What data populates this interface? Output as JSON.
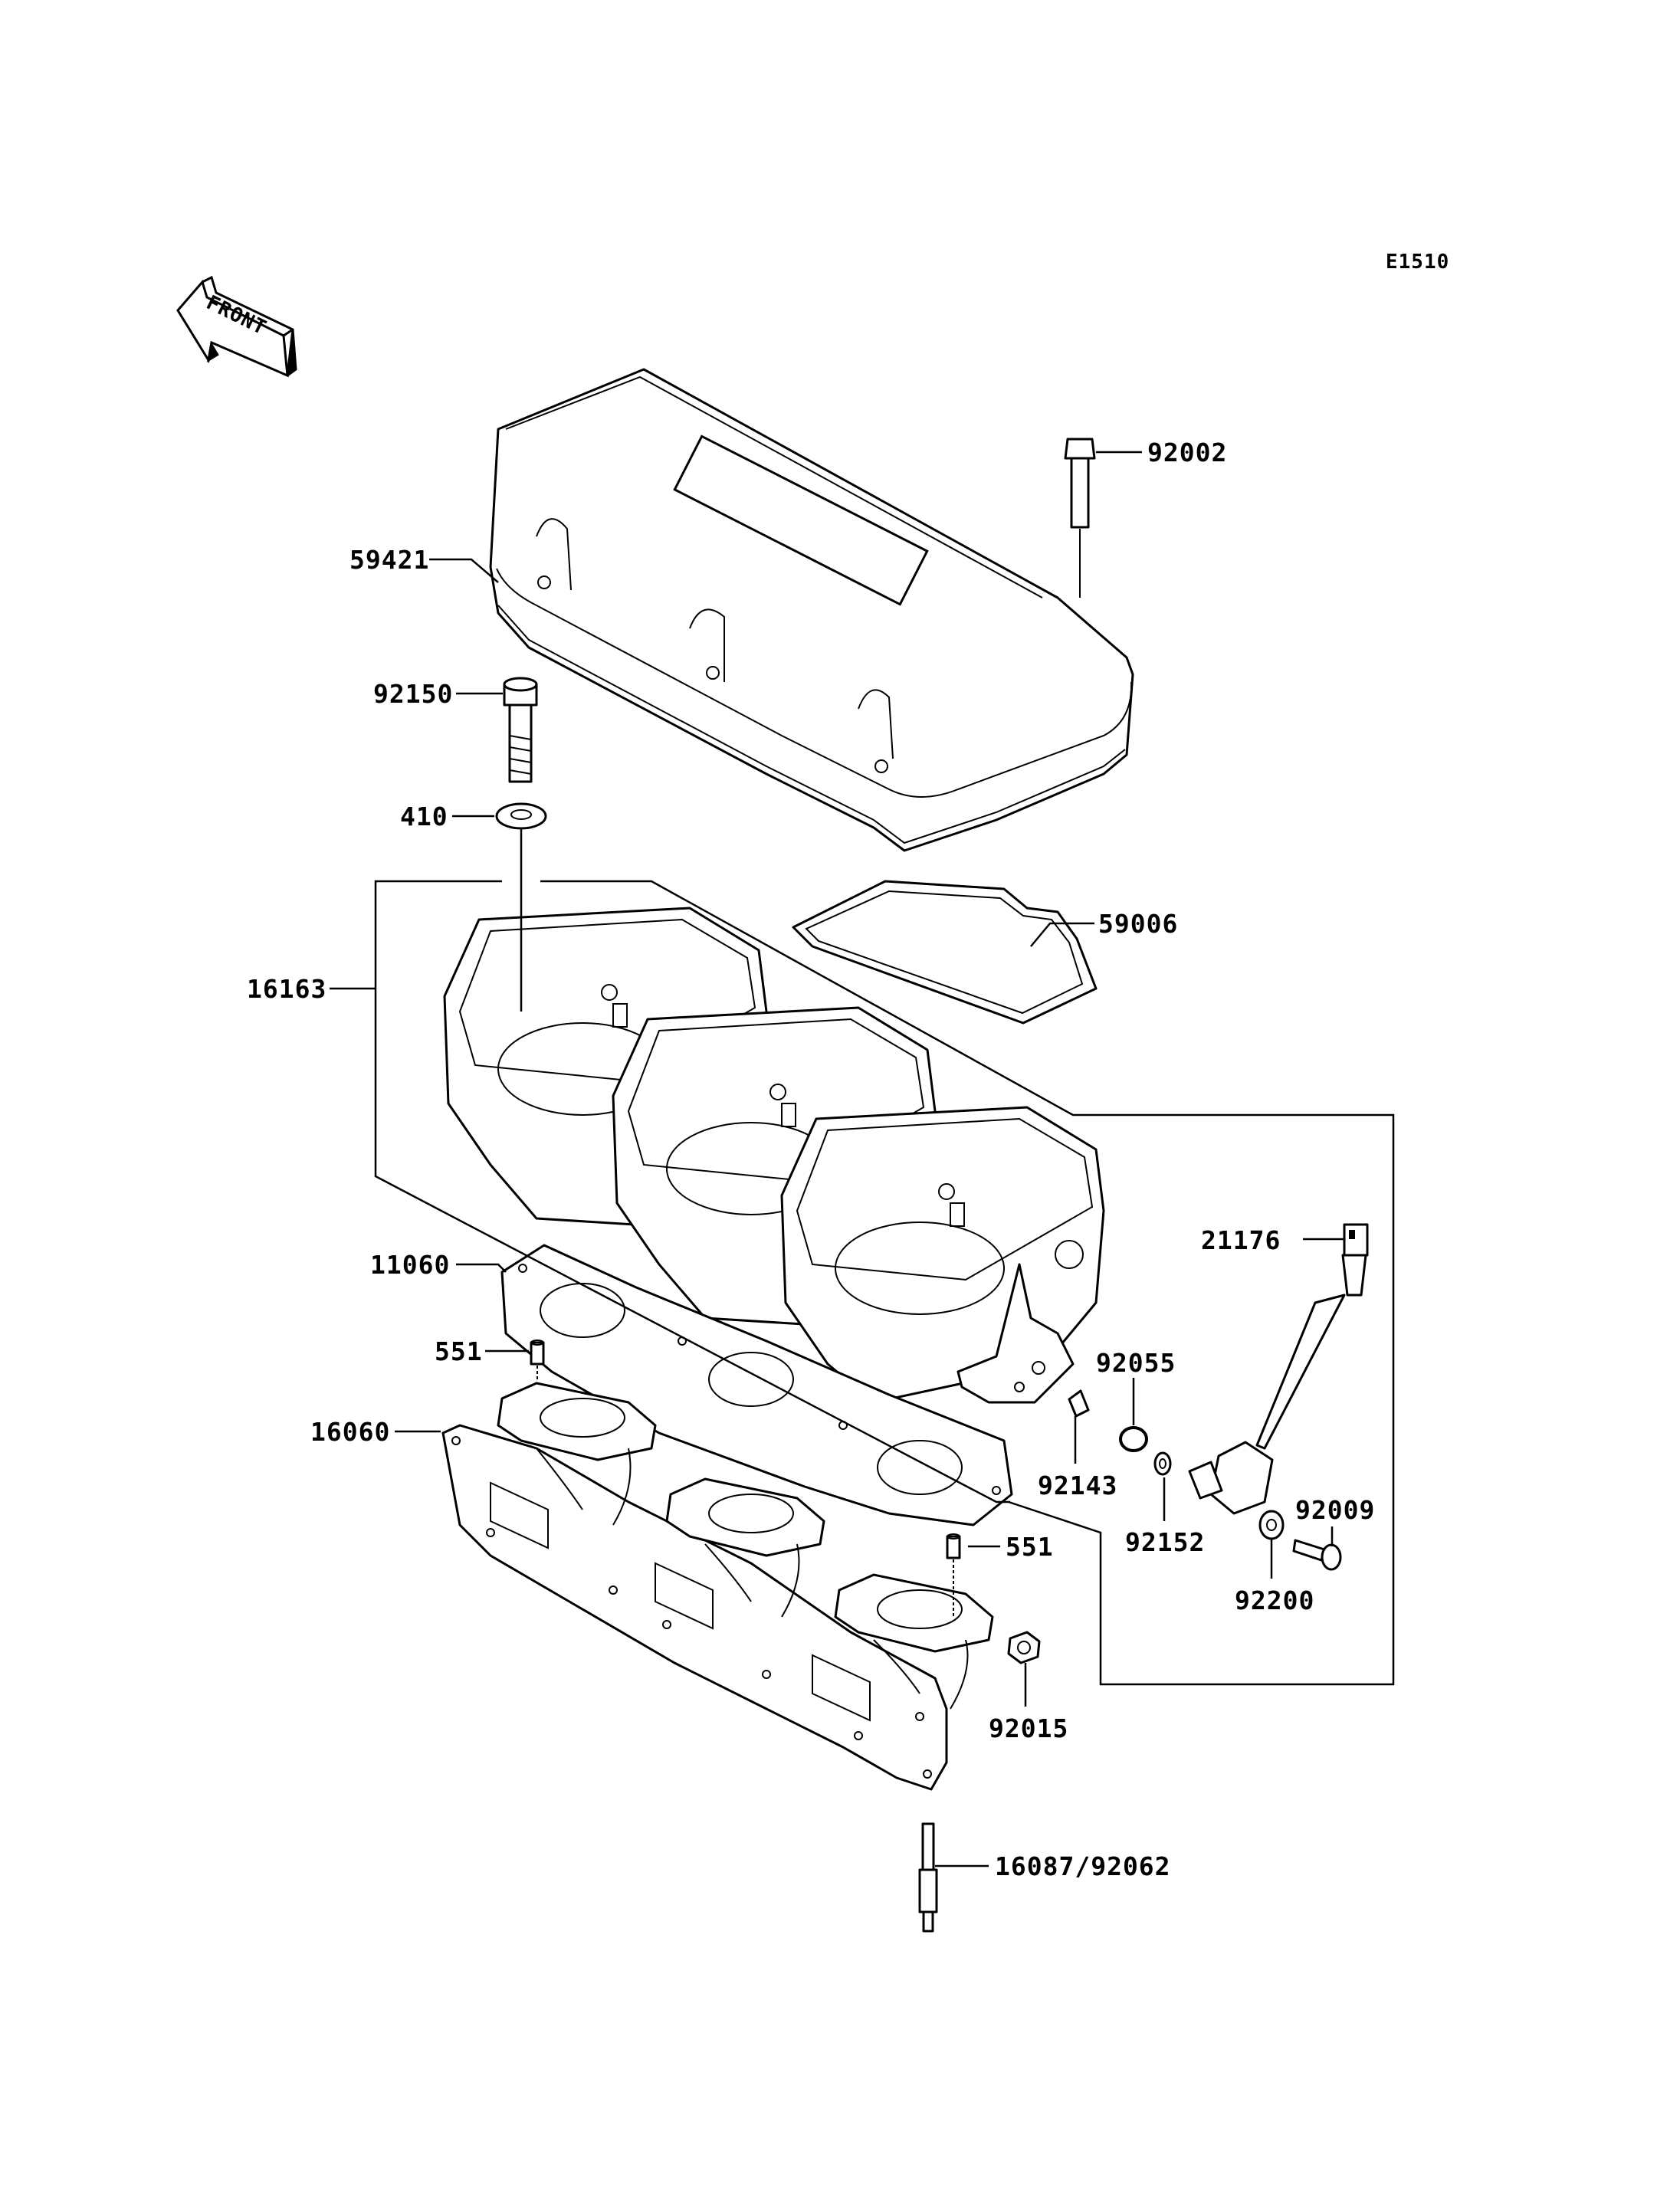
{
  "diagram_code": "E1510",
  "front_arrow_text": "FRONT",
  "parts": [
    {
      "id": "p92002",
      "number": "92002"
    },
    {
      "id": "p59421",
      "number": "59421"
    },
    {
      "id": "p92150",
      "number": "92150"
    },
    {
      "id": "p410",
      "number": "410"
    },
    {
      "id": "p59006",
      "number": "59006"
    },
    {
      "id": "p16163",
      "number": "16163"
    },
    {
      "id": "p21176",
      "number": "21176"
    },
    {
      "id": "p11060",
      "number": "11060"
    },
    {
      "id": "p92055",
      "number": "92055"
    },
    {
      "id": "p551a",
      "number": "551"
    },
    {
      "id": "p16060",
      "number": "16060"
    },
    {
      "id": "p92143",
      "number": "92143"
    },
    {
      "id": "p92009",
      "number": "92009"
    },
    {
      "id": "p92152",
      "number": "92152"
    },
    {
      "id": "p551b",
      "number": "551"
    },
    {
      "id": "p92200",
      "number": "92200"
    },
    {
      "id": "p92015",
      "number": "92015"
    },
    {
      "id": "p16087",
      "number": "16087/92062"
    }
  ]
}
